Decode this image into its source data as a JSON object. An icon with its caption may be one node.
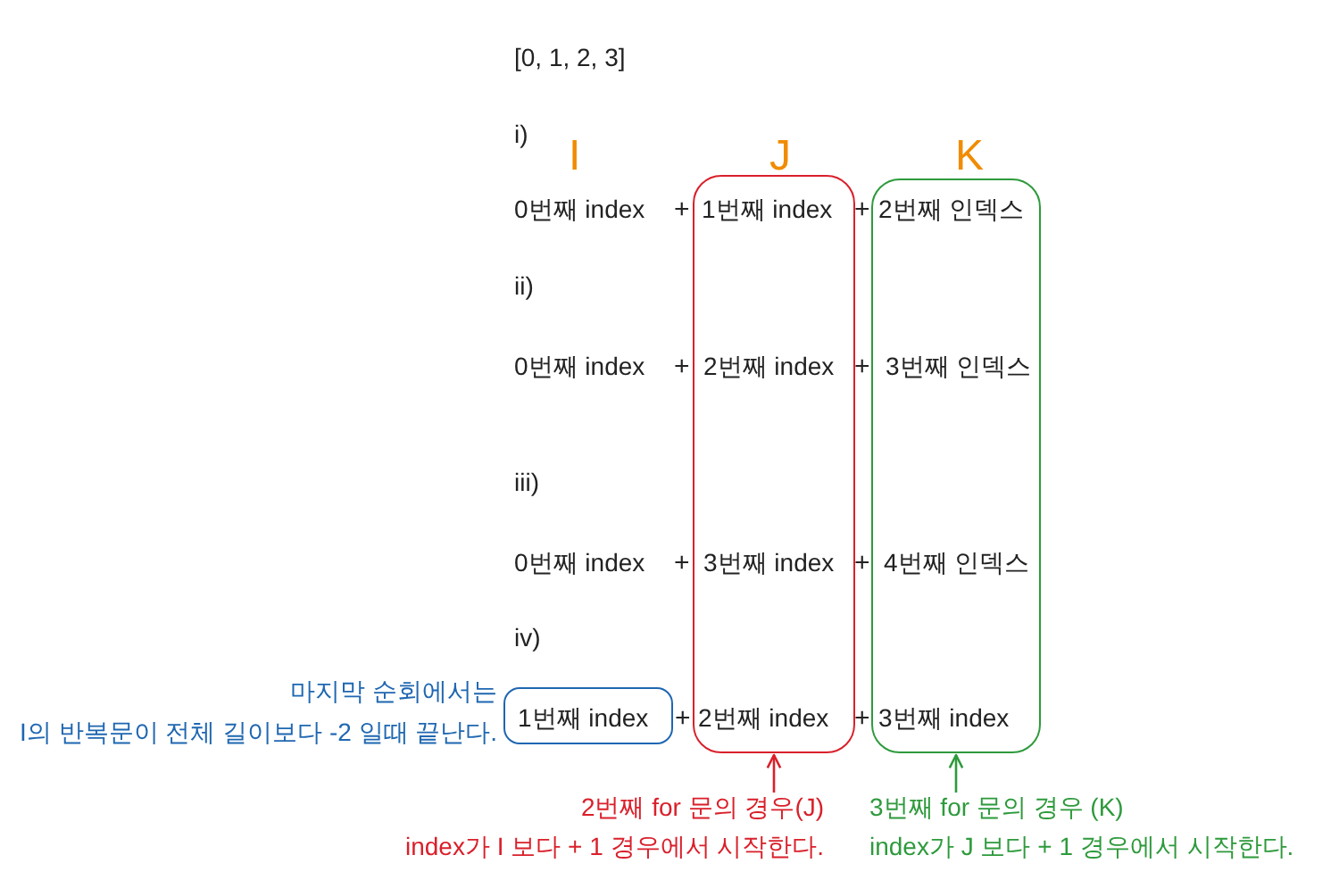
{
  "diagram": {
    "nodes": [
      {
        "text": [
          "J",
          "1번째 index",
          "2번째 index",
          "3번째 index",
          "2번째 index"
        ]
      },
      {
        "text": [
          "K",
          "2번째 인덱스",
          "3번째 인덱스",
          "4번째 인덱스",
          "3번째 index"
        ]
      },
      {
        "text": [
          "1번째 index"
        ],
        "beside": [
          "마지막 순회에서는 I의 반복문이 전체 길이보다 -2 일때 끝난다."
        ]
      },
      {
        "text": [
          "2번째 for 문의 경우(J) index가 I 보다 + 1 경우에서 시작한다."
        ]
      },
      {
        "text": [
          "3번째 for 문의 경우 (K) index가 J 보다 + 1 경우에서 시작한다."
        ]
      }
    ],
    "edges": [
      {
        "from": 3,
        "to": 0,
        "arrow": "to",
        "color": "#d9202b"
      },
      {
        "from": 4,
        "to": 1,
        "arrow": "to",
        "color": "#2e9a3c"
      }
    ],
    "labels": [
      "[0, 1, 2, 3]",
      "i)",
      "I",
      "0번째 index",
      "+",
      "+",
      "ii)",
      "0번째 index",
      "+",
      "+",
      "iii)",
      "0번째 index",
      "+",
      "+",
      "iv)",
      "+",
      "+"
    ]
  }
}
